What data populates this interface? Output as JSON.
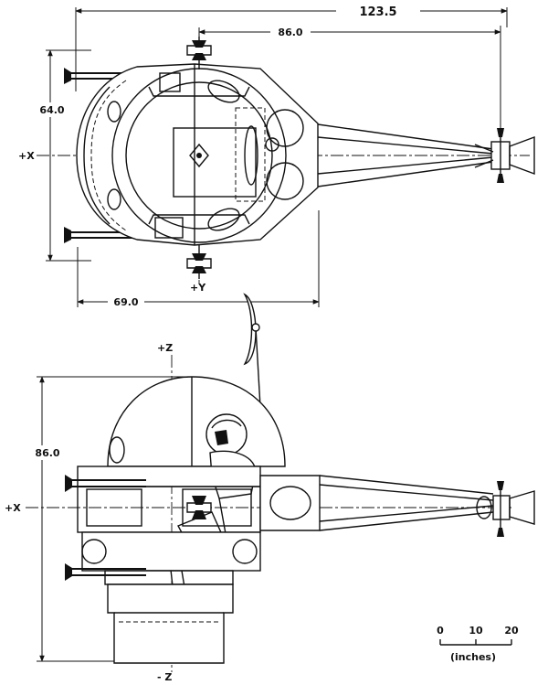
{
  "top_view": {
    "dim_overall_length": "123.5",
    "dim_hub_to_tail": "86.0",
    "dim_width": "64.0",
    "dim_front_to_boom": "69.0",
    "axis_x": "+X",
    "axis_y": "+Y"
  },
  "side_view": {
    "dim_height": "86.0",
    "axis_x": "+X",
    "axis_z_pos": "+Z",
    "axis_z_neg": "- Z"
  },
  "scale_bar": {
    "ticks": [
      "0",
      "10",
      "20"
    ],
    "unit": "(inches)"
  }
}
